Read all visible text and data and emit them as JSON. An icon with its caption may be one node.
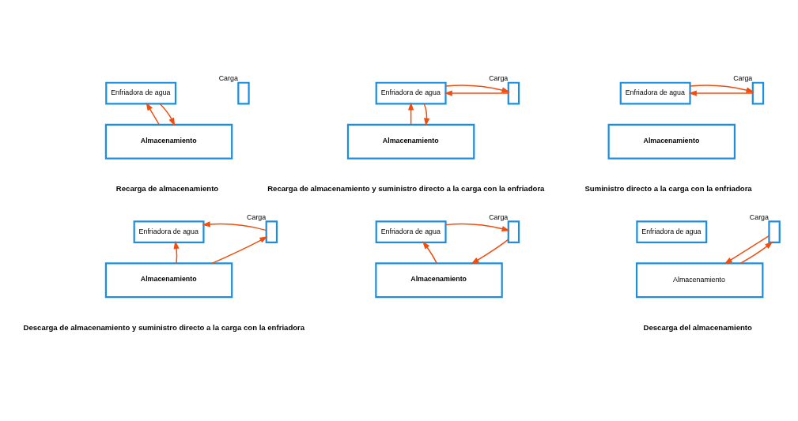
{
  "diagram": {
    "nodes": [
      {
        "text": [
          "Enfriadora de agua"
        ]
      },
      {
        "text": [],
        "shape": "box",
        "beside": [
          "Carga"
        ]
      },
      {
        "text": [
          "Almacenamiento"
        ]
      },
      {
        "text": [
          "Enfriadora de agua"
        ]
      },
      {
        "text": [],
        "shape": "box",
        "beside": [
          "Carga"
        ]
      },
      {
        "text": [
          "Almacenamiento"
        ]
      },
      {
        "text": [
          "Enfriadora de agua"
        ]
      },
      {
        "text": [],
        "shape": "box",
        "beside": [
          "Carga"
        ]
      },
      {
        "text": [
          "Almacenamiento"
        ]
      },
      {
        "text": [
          "Enfriadora de agua"
        ]
      },
      {
        "text": [],
        "shape": "box",
        "beside": [
          "Carga"
        ]
      },
      {
        "text": [
          "Almacenamiento"
        ]
      },
      {
        "text": [
          "Enfriadora de agua"
        ]
      },
      {
        "text": [],
        "shape": "box",
        "beside": [
          "Carga"
        ]
      },
      {
        "text": [
          "Almacenamiento"
        ]
      },
      {
        "text": [
          "Enfriadora de agua"
        ]
      },
      {
        "text": [],
        "shape": "box",
        "beside": [
          "Carga"
        ]
      },
      {
        "text": [
          "Almacenamiento"
        ]
      }
    ],
    "edges": [
      {
        "from": 2,
        "to": 0,
        "arrow": "to"
      },
      {
        "from": 0,
        "to": 2,
        "arrow": "to"
      },
      {
        "from": 5,
        "to": 3,
        "arrow": "to"
      },
      {
        "from": 3,
        "to": 5,
        "arrow": "to"
      },
      {
        "from": 4,
        "to": 3,
        "arrow": "to"
      },
      {
        "from": 3,
        "to": 4,
        "arrow": "to"
      },
      {
        "from": 7,
        "to": 6,
        "arrow": "to"
      },
      {
        "from": 6,
        "to": 7,
        "arrow": "to"
      },
      {
        "from": 11,
        "to": 9,
        "arrow": "to"
      },
      {
        "from": 10,
        "to": 9,
        "arrow": "to"
      },
      {
        "from": 11,
        "to": 10,
        "arrow": "to"
      },
      {
        "from": 14,
        "to": 12,
        "arrow": "to"
      },
      {
        "from": 12,
        "to": 13,
        "arrow": "to"
      },
      {
        "from": 13,
        "to": 14,
        "arrow": "to"
      },
      {
        "from": 16,
        "to": 17,
        "arrow": "to"
      },
      {
        "from": 17,
        "to": 16,
        "arrow": "to"
      }
    ],
    "labels": [
      "Recarga de almacenamiento",
      "Recarga de almacenamiento y suministro directo a la carga con la enfriadora",
      "Suministro directo a la carga con la enfriadora",
      "Descarga de almacenamiento y suministro directo a la carga con la enfriadora",
      "Descarga del almacenamiento"
    ]
  }
}
